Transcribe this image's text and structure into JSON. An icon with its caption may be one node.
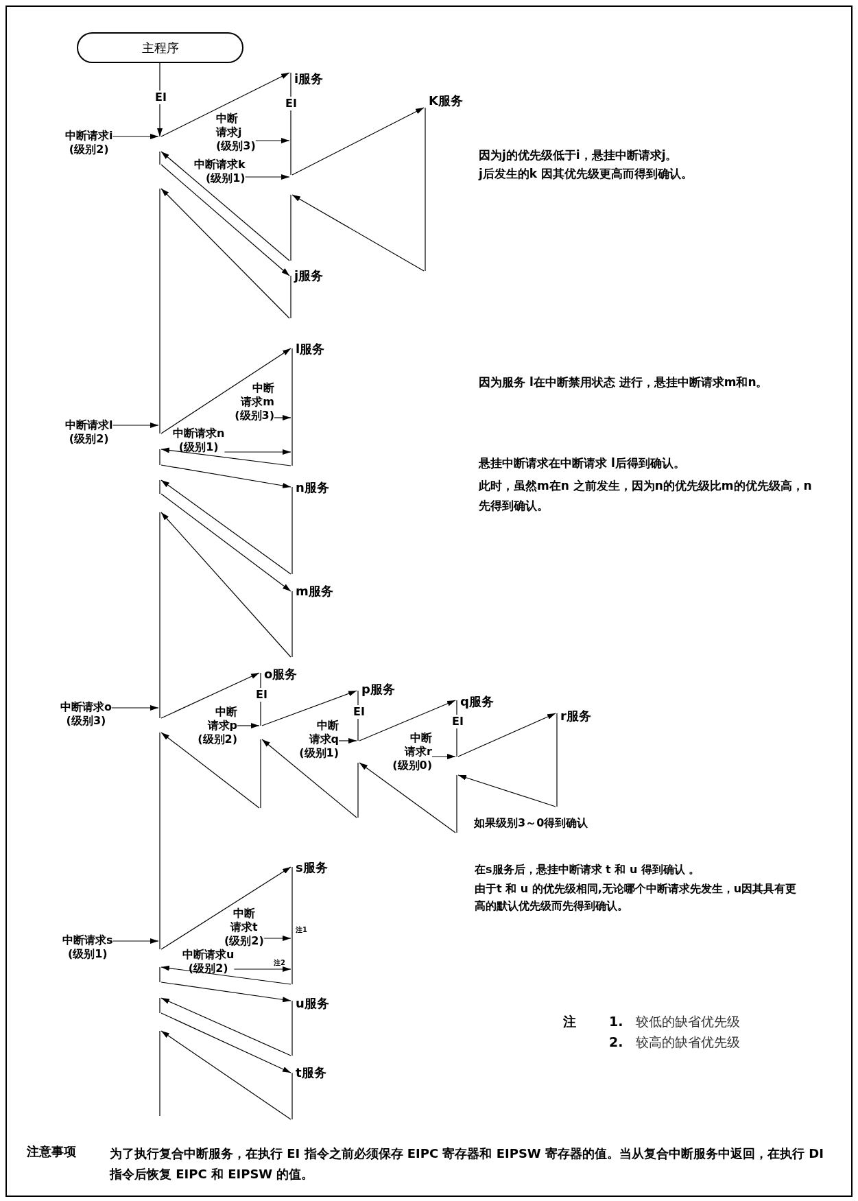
{
  "diagram": {
    "nodes": [
      {
        "text": [
          "主程序"
        ]
      },
      {
        "text": [],
        "shape": "bar"
      },
      {
        "text": [
          "中断请求i (级别2)"
        ]
      },
      {
        "text": [],
        "shape": "bar",
        "beside": [
          "i服务"
        ]
      },
      {
        "text": [
          "中断请求j (级别3)"
        ]
      },
      {
        "text": [
          "中断请求k (级别1)"
        ]
      },
      {
        "text": [],
        "shape": "bar",
        "beside": [
          "K服务"
        ]
      },
      {
        "text": [],
        "shape": "bar",
        "beside": [
          "j服务"
        ]
      },
      {
        "text": [
          "中断请求l (级别2)"
        ]
      },
      {
        "text": [],
        "shape": "bar",
        "beside": [
          "l服务"
        ]
      },
      {
        "text": [
          "中断请求m (级别3)"
        ]
      },
      {
        "text": [
          "中断请求n (级别1)"
        ]
      },
      {
        "text": [],
        "shape": "bar",
        "beside": [
          "n服务"
        ]
      },
      {
        "text": [],
        "shape": "bar",
        "beside": [
          "m服务"
        ]
      },
      {
        "text": [
          "中断请求o (级别3)"
        ]
      },
      {
        "text": [],
        "shape": "bar",
        "beside": [
          "o服务"
        ]
      },
      {
        "text": [
          "中断请求p (级别2)"
        ]
      },
      {
        "text": [],
        "shape": "bar",
        "beside": [
          "p服务"
        ]
      },
      {
        "text": [
          "中断请求q (级别1)"
        ]
      },
      {
        "text": [],
        "shape": "bar",
        "beside": [
          "q服务"
        ]
      },
      {
        "text": [
          "中断请求r (级别0)"
        ]
      },
      {
        "text": [],
        "shape": "bar",
        "beside": [
          "r服务"
        ]
      },
      {
        "text": [
          "中断请求s (级别1)"
        ]
      },
      {
        "text": [],
        "shape": "bar",
        "beside": [
          "s服务"
        ]
      },
      {
        "text": [
          "中断请求t (级别2)"
        ]
      },
      {
        "text": [
          "中断请求u (级别2)"
        ]
      },
      {
        "text": [],
        "shape": "bar",
        "beside": [
          "u服务"
        ]
      },
      {
        "text": [],
        "shape": "bar",
        "beside": [
          "t服务"
        ]
      }
    ],
    "edges": [
      {
        "from": 0,
        "to": 1,
        "arrow": "to"
      },
      {
        "from": 2,
        "to": 1,
        "arrow": "to"
      },
      {
        "from": 1,
        "to": 3,
        "arrow": "to"
      },
      {
        "from": 4,
        "to": 3,
        "arrow": "to"
      },
      {
        "from": 5,
        "to": 3,
        "arrow": "to"
      },
      {
        "from": 3,
        "to": 6,
        "arrow": "to"
      },
      {
        "from": 6,
        "to": 3,
        "arrow": "to"
      },
      {
        "from": 3,
        "to": 1,
        "arrow": "to"
      },
      {
        "from": 1,
        "to": 7,
        "arrow": "to"
      },
      {
        "from": 7,
        "to": 1,
        "arrow": "to"
      },
      {
        "from": 8,
        "to": 1,
        "arrow": "to"
      },
      {
        "from": 1,
        "to": 9,
        "arrow": "to"
      },
      {
        "from": 10,
        "to": 9,
        "arrow": "to"
      },
      {
        "from": 11,
        "to": 9,
        "arrow": "to"
      },
      {
        "from": 9,
        "to": 1,
        "arrow": "to"
      },
      {
        "from": 1,
        "to": 12,
        "arrow": "to"
      },
      {
        "from": 12,
        "to": 1,
        "arrow": "to"
      },
      {
        "from": 1,
        "to": 13,
        "arrow": "to"
      },
      {
        "from": 13,
        "to": 1,
        "arrow": "to"
      },
      {
        "from": 14,
        "to": 1,
        "arrow": "to"
      },
      {
        "from": 1,
        "to": 15,
        "arrow": "to"
      },
      {
        "from": 16,
        "to": 15,
        "arrow": "to"
      },
      {
        "from": 15,
        "to": 17,
        "arrow": "to"
      },
      {
        "from": 18,
        "to": 17,
        "arrow": "to"
      },
      {
        "from": 17,
        "to": 19,
        "arrow": "to"
      },
      {
        "from": 20,
        "to": 19,
        "arrow": "to"
      },
      {
        "from": 19,
        "to": 21,
        "arrow": "to"
      },
      {
        "from": 21,
        "to": 19,
        "arrow": "to"
      },
      {
        "from": 19,
        "to": 17,
        "arrow": "to"
      },
      {
        "from": 17,
        "to": 15,
        "arrow": "to"
      },
      {
        "from": 15,
        "to": 1,
        "arrow": "to"
      },
      {
        "from": 22,
        "to": 1,
        "arrow": "to"
      },
      {
        "from": 1,
        "to": 23,
        "arrow": "to"
      },
      {
        "from": 24,
        "to": 23,
        "arrow": "to"
      },
      {
        "from": 25,
        "to": 23,
        "arrow": "to"
      },
      {
        "from": 23,
        "to": 1,
        "arrow": "to"
      },
      {
        "from": 1,
        "to": 26,
        "arrow": "to"
      },
      {
        "from": 26,
        "to": 1,
        "arrow": "to"
      },
      {
        "from": 1,
        "to": 27,
        "arrow": "to"
      },
      {
        "from": 27,
        "to": 1,
        "arrow": "to"
      }
    ],
    "labels": [
      "EI",
      "EI",
      "因为j的优先级低于i，悬挂中断请求j。",
      "j后发生的k 因其优先级更高而得到确认。",
      "因为服务 l在中断禁用状态 进行，悬挂中断请求m和n。",
      "悬挂中断请求在中断请求 l后得到确认。",
      "此时，虽然m在n 之前发生，因为n的优先级比m的优先级高，n先得到确认。",
      "EI",
      "EI",
      "EI",
      "如果级别3～0得到确认",
      "在s服务后，悬挂中断请求 t 和 u 得到确认 。",
      "由于t 和 u 的优先级相同,无论哪个中断请求先发生，u因其具有更高的默认优先级而先得到确认。",
      "注1",
      "注2",
      "注",
      "1.",
      "较低的缺省优先级",
      "2.",
      "较高的缺省优先级",
      "注意事项",
      "为了执行复合中断服务，在执行 EI 指令之前必须保存 EIPC 寄存器和 EIPSW 寄存器的值。当从复合中断服务中返回，在执行 DI 指令后恢复 EIPC 和 EIPSW 的值。"
    ]
  }
}
